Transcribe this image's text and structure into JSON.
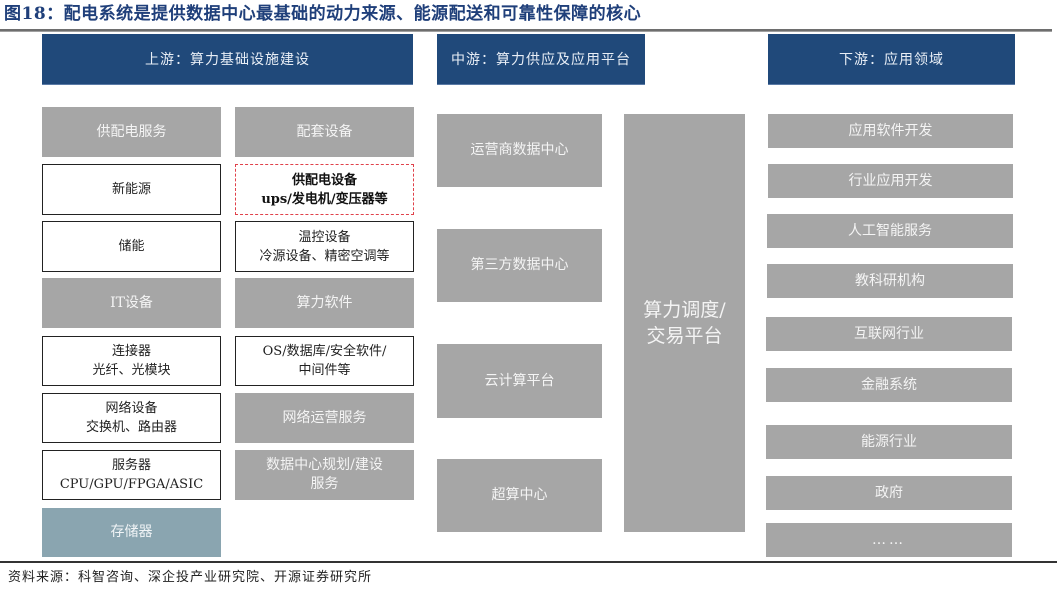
{
  "title": "图18：配电系统是提供数据中心最基础的动力来源、能源配送和可靠性保障的核心",
  "headers": {
    "upstream": "上游：算力基础设施建设",
    "midstream": "中游：算力供应及应用平台",
    "downstream": "下游：应用领域"
  },
  "upstream": {
    "col_a": [
      {
        "label": "供配电服务",
        "style": "gray"
      },
      {
        "label": "新能源",
        "style": "white"
      },
      {
        "label": "储能",
        "style": "white"
      },
      {
        "label": "IT设备",
        "style": "gray"
      },
      {
        "label": "连接器\n光纤、光模块",
        "style": "white"
      },
      {
        "label": "网络设备\n交换机、路由器",
        "style": "white"
      },
      {
        "label": "服务器\nCPU/GPU/FPGA/ASIC",
        "style": "white"
      },
      {
        "label": "存储器",
        "style": "teal"
      }
    ],
    "col_b": [
      {
        "label": "配套设备",
        "style": "gray"
      },
      {
        "label": "供配电设备\nups/发电机/变压器等",
        "style": "dashed-highlight"
      },
      {
        "label": "温控设备\n冷源设备、精密空调等",
        "style": "white"
      },
      {
        "label": "算力软件",
        "style": "gray"
      },
      {
        "label": "OS/数据库/安全软件/\n中间件等",
        "style": "white"
      },
      {
        "label": "网络运营服务",
        "style": "gray"
      },
      {
        "label": "数据中心规划/建设\n服务",
        "style": "gray"
      }
    ]
  },
  "midstream": {
    "data_centers": [
      {
        "label": "运营商数据中心"
      },
      {
        "label": "第三方数据中心"
      },
      {
        "label": "云计算平台"
      },
      {
        "label": "超算中心"
      }
    ],
    "platform": {
      "label": "算力调度/\n交易平台"
    }
  },
  "downstream": {
    "items": [
      {
        "label": "应用软件开发"
      },
      {
        "label": "行业应用开发"
      },
      {
        "label": "人工智能服务"
      },
      {
        "label": "教科研机构"
      },
      {
        "label": "互联网行业"
      },
      {
        "label": "金融系统"
      },
      {
        "label": "能源行业"
      },
      {
        "label": "政府"
      },
      {
        "label": "……"
      }
    ]
  },
  "colors": {
    "header_bg": "#20497a",
    "gray_box": "#a6a6a6",
    "teal_box": "#8aa5b0",
    "highlight_border": "#e0414a",
    "title_text": "#1f3f7a"
  },
  "source": "资料来源：科智咨询、深企投产业研究院、开源证券研究所"
}
